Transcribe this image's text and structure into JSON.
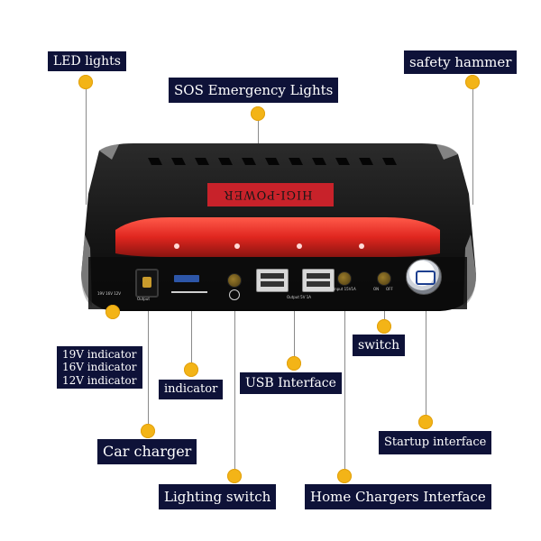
{
  "labels": {
    "led_lights": "LED lights",
    "safety_hammer": "safety hammer",
    "sos_emergency_lights": "SOS Emergency Lights",
    "indicator_19v": "19V indicator",
    "indicator_16v": "16V indicator",
    "indicator_12v": "12V indicator",
    "indicator": "indicator",
    "usb_interface": "USB Interface",
    "switch": "switch",
    "car_charger": "Car charger",
    "startup_interface": "Startup interface",
    "lighting_switch": "Lighting switch",
    "home_chargers_interface": "Home Chargers Interface"
  },
  "device": {
    "brand": "HIGI-POWER",
    "port_output": "Output",
    "usb_output": "Output 5V 1A",
    "input": "Input 15V1A",
    "on": "ON",
    "off": "OFF",
    "led_volt": "19V 16V 12V"
  },
  "colors": {
    "label_bg": "#0e1238",
    "label_text": "#ffffff",
    "dot": "#f3b417",
    "leader_line": "#8a8a8a",
    "device_body": "#1a1a1a",
    "brand_panel": "#c8222a",
    "sos_light": "#ff2a2a"
  }
}
